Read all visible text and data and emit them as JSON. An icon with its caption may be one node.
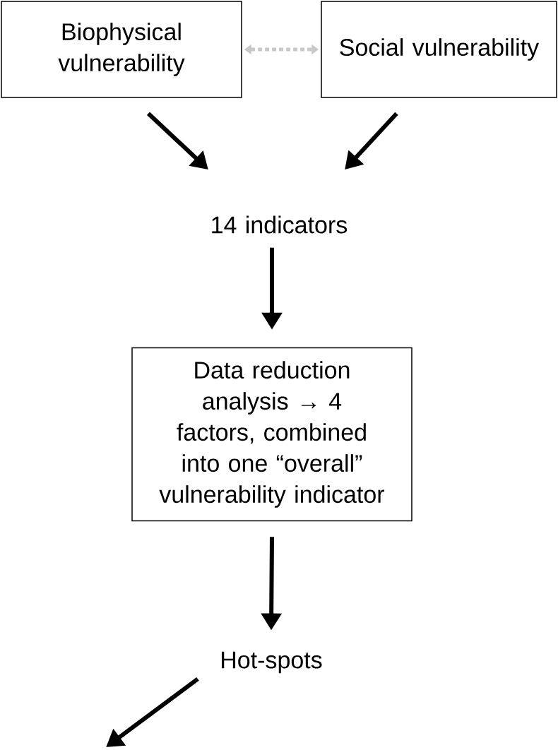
{
  "diagram": {
    "nodes": [
      {
        "text": [
          "Biophysical vulnerability"
        ]
      },
      {
        "text": [
          "Social vulnerability"
        ]
      },
      {
        "text": [
          "14 indicators"
        ]
      },
      {
        "text": [
          "Data reduction analysis → 4 factors, combined into one “overall” vulnerability indicator"
        ]
      },
      {
        "text": [
          "Hot-spots"
        ]
      }
    ],
    "edges": [
      {
        "from": 0,
        "to": 1,
        "arrow": "both",
        "style": "dashed",
        "color": "#c8c8c8"
      },
      {
        "from": 0,
        "to": 2,
        "arrow": "to"
      },
      {
        "from": 1,
        "to": 2,
        "arrow": "to"
      },
      {
        "from": 2,
        "to": 3,
        "arrow": "to"
      },
      {
        "from": 3,
        "to": 4,
        "arrow": "to"
      },
      {
        "from": 4,
        "to": null,
        "arrow": "to"
      }
    ]
  }
}
